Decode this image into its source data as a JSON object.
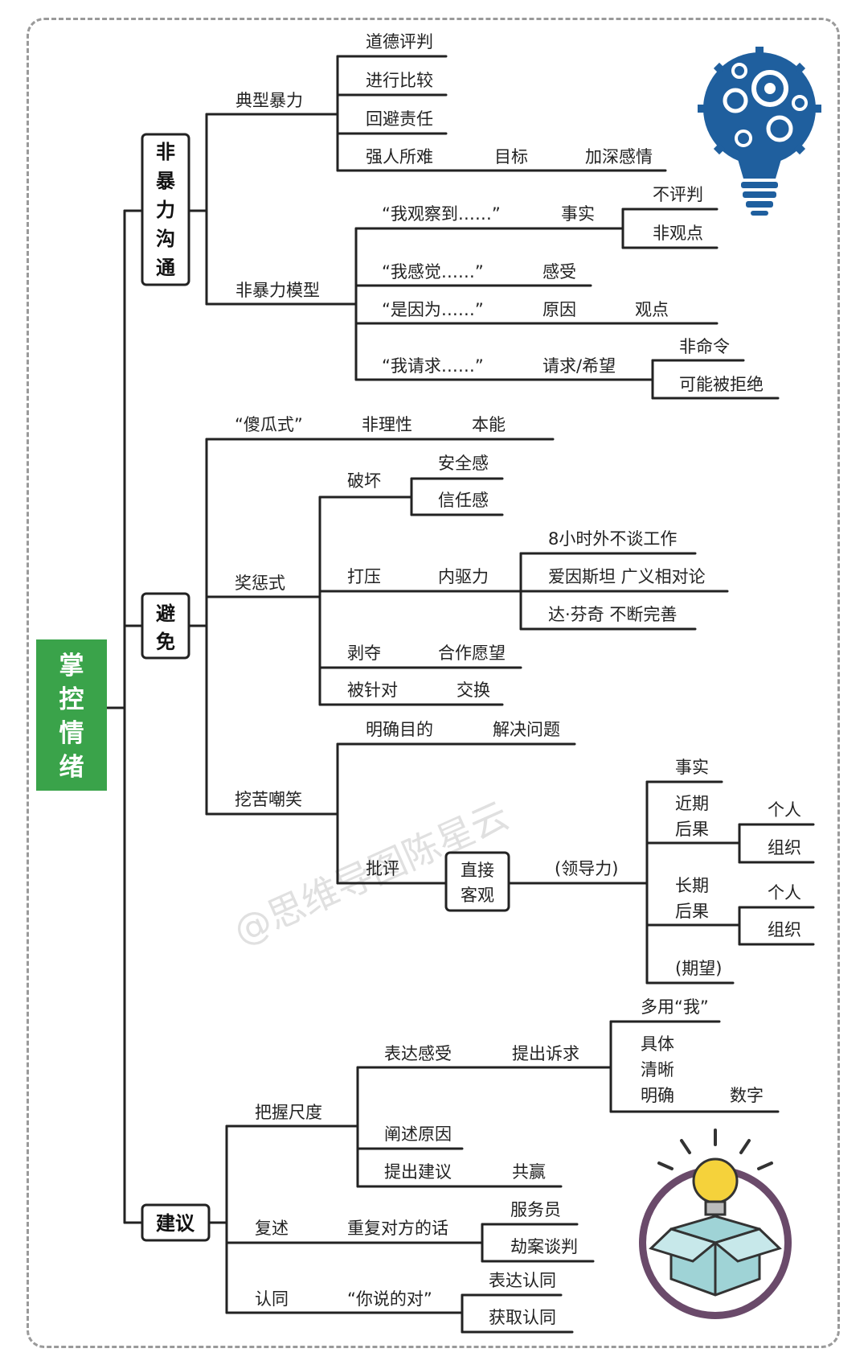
{
  "root": [
    "掌",
    "控",
    "情",
    "绪"
  ],
  "branch_nonviolent": [
    "非",
    "暴",
    "力",
    "沟",
    "通"
  ],
  "branch_avoid": [
    "避",
    "免"
  ],
  "branch_advice": [
    "建议"
  ],
  "nv": {
    "typical": "典型暴力",
    "t1": "道德评判",
    "t2": "进行比较",
    "t3": "回避责任",
    "t4": "强人所难",
    "t4a": "目标",
    "t4b": "加深感情",
    "model": "非暴力模型",
    "m1": "“我观察到……”",
    "m1a": "事实",
    "m1b": "不评判",
    "m1c": "非观点",
    "m2": "“我感觉……”",
    "m2a": "感受",
    "m3": "“是因为……”",
    "m3a": "原因",
    "m3b": "观点",
    "m4": "“我请求……”",
    "m4a": "请求/希望",
    "m4b": "非命令",
    "m4c": "可能被拒绝"
  },
  "av": {
    "silly": "“傻瓜式”",
    "s1": "非理性",
    "s2": "本能",
    "reward": "奖惩式",
    "r1": "破坏",
    "r1a": "安全感",
    "r1b": "信任感",
    "r2": "打压",
    "r2a": "内驱力",
    "r2b": "8小时外不谈工作",
    "r2c": "爱因斯坦  广义相对论",
    "r2d": "达·芬奇 不断完善",
    "r3": "剥夺",
    "r3a": "合作愿望",
    "r4": "被针对",
    "r4a": "交换",
    "mock": "挖苦嘲笑",
    "k1": "明确目的",
    "k1a": "解决问题",
    "k2": "批评",
    "k2box1": "直接",
    "k2box2": "客观",
    "k2a": "(领导力)",
    "k3": "事实",
    "k4a": "近期",
    "k4b": "后果",
    "k4c": "个人",
    "k4d": "组织",
    "k5a": "长期",
    "k5b": "后果",
    "k5c": "个人",
    "k5d": "组织",
    "k6": "(期望)"
  },
  "ad": {
    "measure": "把握尺度",
    "e1": "表达感受",
    "e1a": "提出诉求",
    "e1b": "多用“我”",
    "e1c": "具体",
    "e1d": "清晰",
    "e1e": "明确",
    "e1f": "数字",
    "e2": "阐述原因",
    "e3": "提出建议",
    "e3a": "共赢",
    "repeat": "复述",
    "rp1": "重复对方的话",
    "rp1a": "服务员",
    "rp1b": "劫案谈判",
    "agree": "认同",
    "ag1": "“你说的对”",
    "ag1a": "表达认同",
    "ag1b": "获取认同"
  },
  "watermark": "@思维导图陈星云",
  "colors": {
    "root_green": "#3aa34a",
    "bulb_blue": "#1f5f9e",
    "box_purple": "#6a4a6a",
    "bulb_yellow": "#f5d23b",
    "box_teal": "#9fd3d6"
  },
  "icons": [
    "gear-lightbulb-icon",
    "idea-box-icon"
  ]
}
